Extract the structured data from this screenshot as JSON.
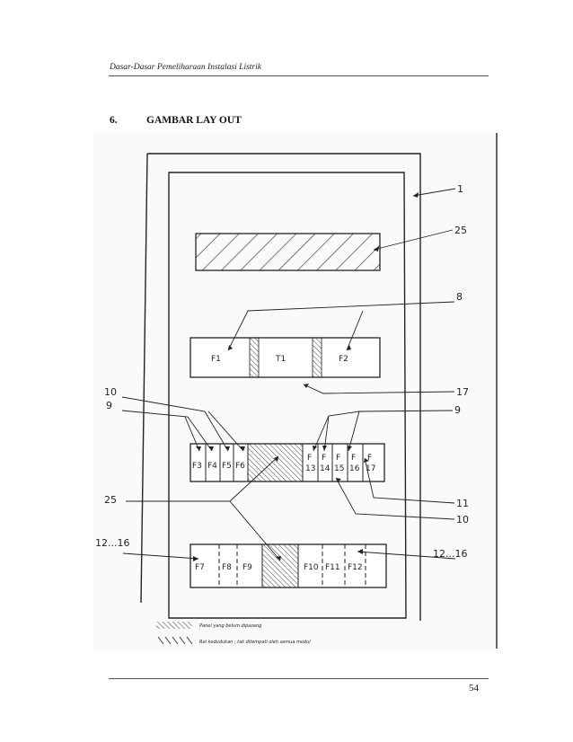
{
  "header": {
    "running_title": "Dasar-Dasar Pemeliharaan Instalasi Listrik"
  },
  "section": {
    "number": "6.",
    "title": "GAMBAR LAY OUT"
  },
  "figure": {
    "callouts": [
      "1",
      "25",
      "8",
      "17",
      "10",
      "9",
      "9",
      "11",
      "10",
      "25",
      "12...16",
      "12...16"
    ],
    "row_top_cells": [
      "F1",
      "T1",
      "F2"
    ],
    "row_mid_left_cells": [
      "F3",
      "F4",
      "F5",
      "F6"
    ],
    "row_mid_right_cells": [
      {
        "l1": "F",
        "l2": "13"
      },
      {
        "l1": "F",
        "l2": "14"
      },
      {
        "l1": "F",
        "l2": "15"
      },
      {
        "l1": "F",
        "l2": "16"
      },
      {
        "l1": "F",
        "l2": "17"
      }
    ],
    "row_bottom_cells": [
      "F7",
      "F8",
      "F9",
      "F10",
      "F11",
      "F12"
    ],
    "legend": [
      {
        "icon": "cross-hatch-swatch",
        "text": "Panel yang belum dipasang"
      },
      {
        "icon": "diagonal-hatch-swatch",
        "text": "Rel kedudukan ; tak ditempati oleh semua modul"
      }
    ]
  },
  "footer": {
    "page_number": "54"
  }
}
